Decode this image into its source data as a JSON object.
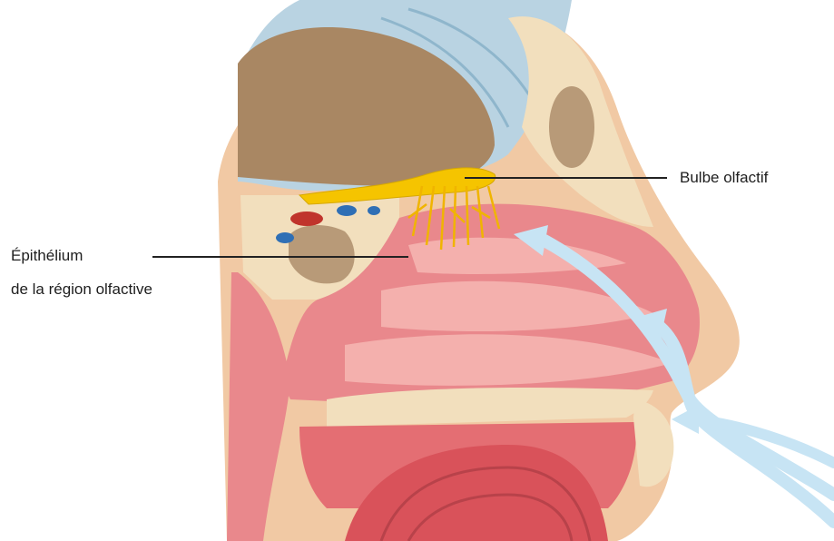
{
  "labels": {
    "bulbe": "Bulbe olfactif",
    "epithelium_line1": "Épithélium",
    "epithelium_line2": "de la région olfactive"
  },
  "colors": {
    "skin": "#f1c9a4",
    "bone": "#f2dfbd",
    "brain": "#a98763",
    "dura": "#b9d3e2",
    "mucosa": "#e9888c",
    "nerve": "#f5c400",
    "airflow": "#c7e4f4",
    "leader": "#222222"
  }
}
